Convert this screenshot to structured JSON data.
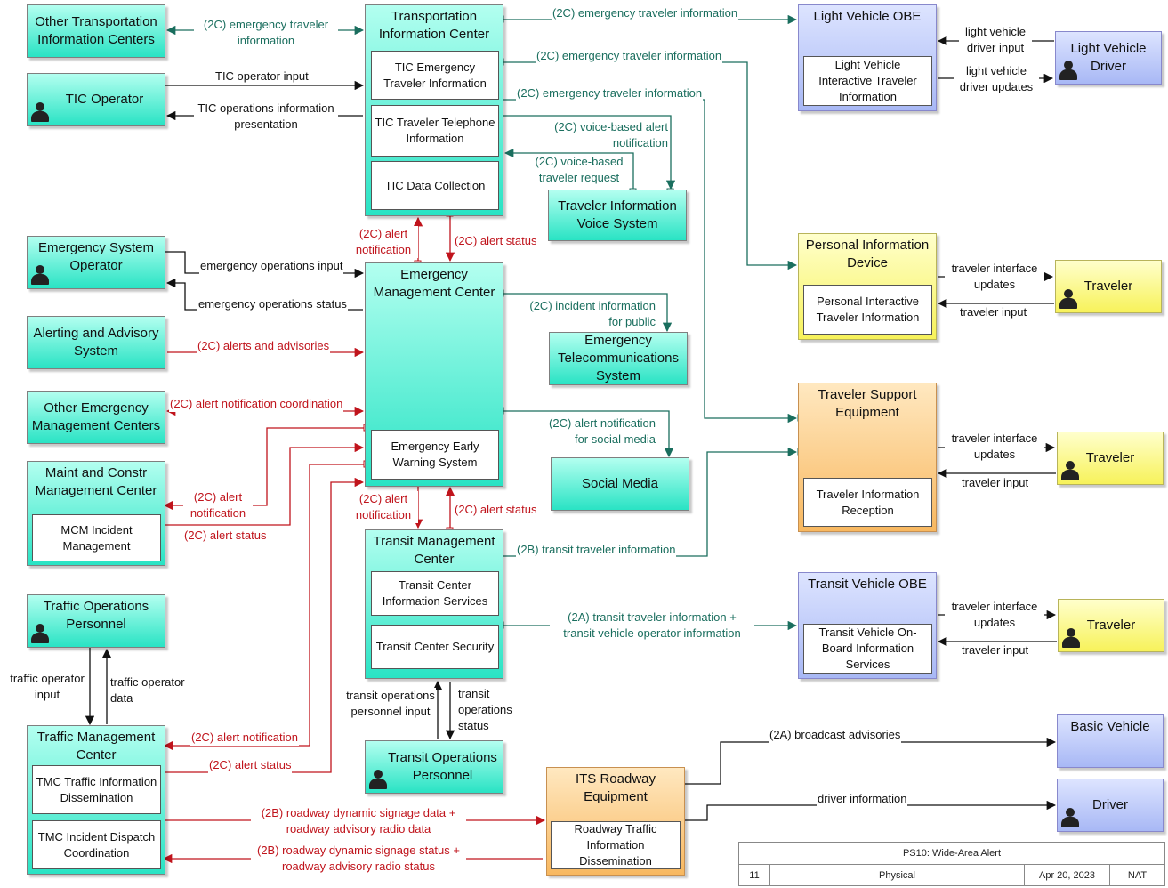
{
  "boxes": {
    "other_tic": "Other Transportation Information Centers",
    "tic_operator": "TIC Operator",
    "tic": "Transportation Information Center",
    "tic_emergency": "TIC Emergency Traveler Information",
    "tic_telephone": "TIC Traveler Telephone Information",
    "tic_data": "TIC Data Collection",
    "tivs": "Traveler Information Voice System",
    "lv_obe": "Light Vehicle OBE",
    "lv_interactive": "Light Vehicle Interactive Traveler Information",
    "lv_driver": "Light Vehicle Driver",
    "pid": "Personal Information Device",
    "pid_sub": "Personal Interactive Traveler Information",
    "traveler": "Traveler",
    "eso": "Emergency System Operator",
    "emc": "Emergency Management Center",
    "eews": "Emergency Early Warning System",
    "aas": "Alerting and Advisory System",
    "oemc": "Other Emergency Management Centers",
    "ets": "Emergency Telecommunications System",
    "social": "Social Media",
    "tse": "Traveler Support Equipment",
    "tse_sub": "Traveler Information Reception",
    "mcm": "Maint and Constr Management Center",
    "mcm_sub": "MCM Incident Management",
    "transit": "Transit Management Center",
    "transit_info": "Transit Center Information Services",
    "transit_sec": "Transit Center Security",
    "tvobe": "Transit Vehicle OBE",
    "tvobe_sub": "Transit Vehicle On-Board Information Services",
    "top": "Traffic Operations Personnel",
    "tmc": "Traffic Management Center",
    "tmc_tid": "TMC Traffic Information Dissemination",
    "tmc_idc": "TMC Incident Dispatch Coordination",
    "trop": "Transit Operations Personnel",
    "rse": "ITS Roadway Equipment",
    "rse_sub": "Roadway Traffic Information Dissemination",
    "bv": "Basic Vehicle",
    "driver": "Driver"
  },
  "flows": {
    "f1": "(2C) emergency traveler information",
    "f2": "(2C) emergency traveler information",
    "f3": "(2C) emergency traveler information",
    "f4": "(2C) emergency traveler information",
    "tic_op_in": "TIC operator input",
    "tic_op_pres": "TIC operations information presentation",
    "voice_alert": "(2C) voice-based alert notification",
    "voice_req": "(2C) voice-based traveler request",
    "lv_in": "light vehicle driver input",
    "lv_up": "light vehicle driver updates",
    "tr_up": "traveler interface updates",
    "tr_in": "traveler input",
    "alert_notif": "(2C) alert notification",
    "alert_status": "(2C) alert status",
    "em_ops_in": "emergency operations input",
    "em_ops_st": "emergency operations status",
    "incident_pub": "(2C) incident information for public",
    "alerts_adv": "(2C) alerts and advisories",
    "alert_coord": "(2C) alert notification coordination",
    "alert_social": "(2C) alert notification for social media",
    "transit_trav": "(2B) transit traveler information",
    "transit_tv": "(2A) transit traveler information + transit vehicle operator information",
    "traffic_op_in": "traffic operator input",
    "traffic_op_data": "traffic operator data",
    "transit_ops_in": "transit operations personnel input",
    "transit_ops_st": "transit operations status",
    "signage_data": "(2B) roadway dynamic signage data + roadway advisory radio data",
    "signage_status": "(2B) roadway dynamic signage status + roadway advisory radio status",
    "broadcast": "(2A) broadcast advisories",
    "driver_info": "driver information"
  },
  "meta": {
    "title": "PS10: Wide-Area Alert",
    "page": "11",
    "view": "Physical",
    "date": "Apr 20, 2023",
    "org": "NAT"
  },
  "colors": {
    "center": "#29e3c4",
    "vehicle": "#a8b8f5",
    "traveler": "#f7f25a",
    "field": "#f8b860",
    "flow_teal": "#1a6e5e",
    "flow_red": "#c0141c"
  }
}
